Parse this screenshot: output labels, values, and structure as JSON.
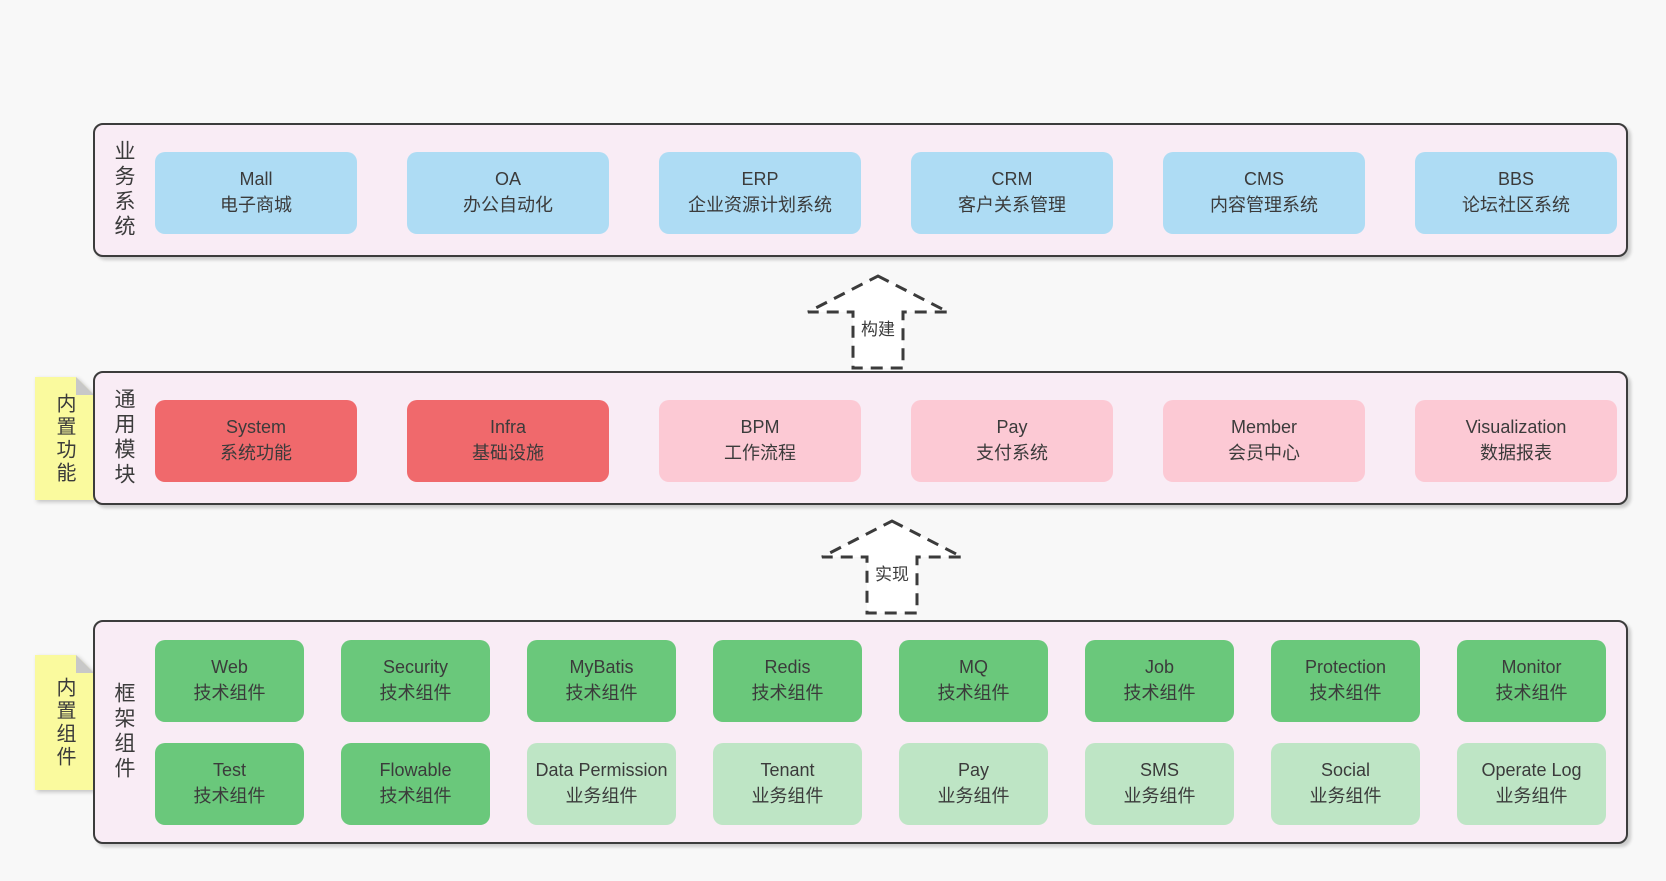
{
  "colors": {
    "canvas-bg": "#f8f8f8",
    "panel-bg": "#f9ecf5",
    "panel-border": "#3c3c3c",
    "text": "#3b3b3b",
    "arrow-stroke": "#3b3b3b",
    "note-bg": "#fafa9e",
    "note-fold": "#c8c8c8",
    "box-blue": "#aedcf4",
    "box-red": "#f0696c",
    "box-pink": "#fcc9d4",
    "box-green": "#6ac87b",
    "box-lightgreen": "#bee5c5"
  },
  "business": {
    "title": "业务系统",
    "boxes": [
      {
        "en": "Mall",
        "zh": "电子商城",
        "variant": "blue"
      },
      {
        "en": "OA",
        "zh": "办公自动化",
        "variant": "blue"
      },
      {
        "en": "ERP",
        "zh": "企业资源计划系统",
        "variant": "blue"
      },
      {
        "en": "CRM",
        "zh": "客户关系管理",
        "variant": "blue"
      },
      {
        "en": "CMS",
        "zh": "内容管理系统",
        "variant": "blue"
      },
      {
        "en": "BBS",
        "zh": "论坛社区系统",
        "variant": "blue"
      }
    ]
  },
  "arrows": {
    "build": "构建",
    "implement": "实现"
  },
  "modules": {
    "title": "通用模块",
    "note": "内置功能",
    "boxes": [
      {
        "en": "System",
        "zh": "系统功能",
        "variant": "red"
      },
      {
        "en": "Infra",
        "zh": "基础设施",
        "variant": "red"
      },
      {
        "en": "BPM",
        "zh": "工作流程",
        "variant": "pink"
      },
      {
        "en": "Pay",
        "zh": "支付系统",
        "variant": "pink"
      },
      {
        "en": "Member",
        "zh": "会员中心",
        "variant": "pink"
      },
      {
        "en": "Visualization",
        "zh": "数据报表",
        "variant": "pink"
      }
    ]
  },
  "components": {
    "title": "框架组件",
    "note": "内置组件",
    "rows": [
      [
        {
          "en": "Web",
          "zh": "技术组件",
          "variant": "green"
        },
        {
          "en": "Security",
          "zh": "技术组件",
          "variant": "green"
        },
        {
          "en": "MyBatis",
          "zh": "技术组件",
          "variant": "green"
        },
        {
          "en": "Redis",
          "zh": "技术组件",
          "variant": "green"
        },
        {
          "en": "MQ",
          "zh": "技术组件",
          "variant": "green"
        },
        {
          "en": "Job",
          "zh": "技术组件",
          "variant": "green"
        },
        {
          "en": "Protection",
          "zh": "技术组件",
          "variant": "green"
        },
        {
          "en": "Monitor",
          "zh": "技术组件",
          "variant": "green"
        }
      ],
      [
        {
          "en": "Test",
          "zh": "技术组件",
          "variant": "green"
        },
        {
          "en": "Flowable",
          "zh": "技术组件",
          "variant": "green"
        },
        {
          "en": "Data Permission",
          "zh": "业务组件",
          "variant": "lightgreen"
        },
        {
          "en": "Tenant",
          "zh": "业务组件",
          "variant": "lightgreen"
        },
        {
          "en": "Pay",
          "zh": "业务组件",
          "variant": "lightgreen"
        },
        {
          "en": "SMS",
          "zh": "业务组件",
          "variant": "lightgreen"
        },
        {
          "en": "Social",
          "zh": "业务组件",
          "variant": "lightgreen"
        },
        {
          "en": "Operate Log",
          "zh": "业务组件",
          "variant": "lightgreen"
        }
      ]
    ]
  }
}
